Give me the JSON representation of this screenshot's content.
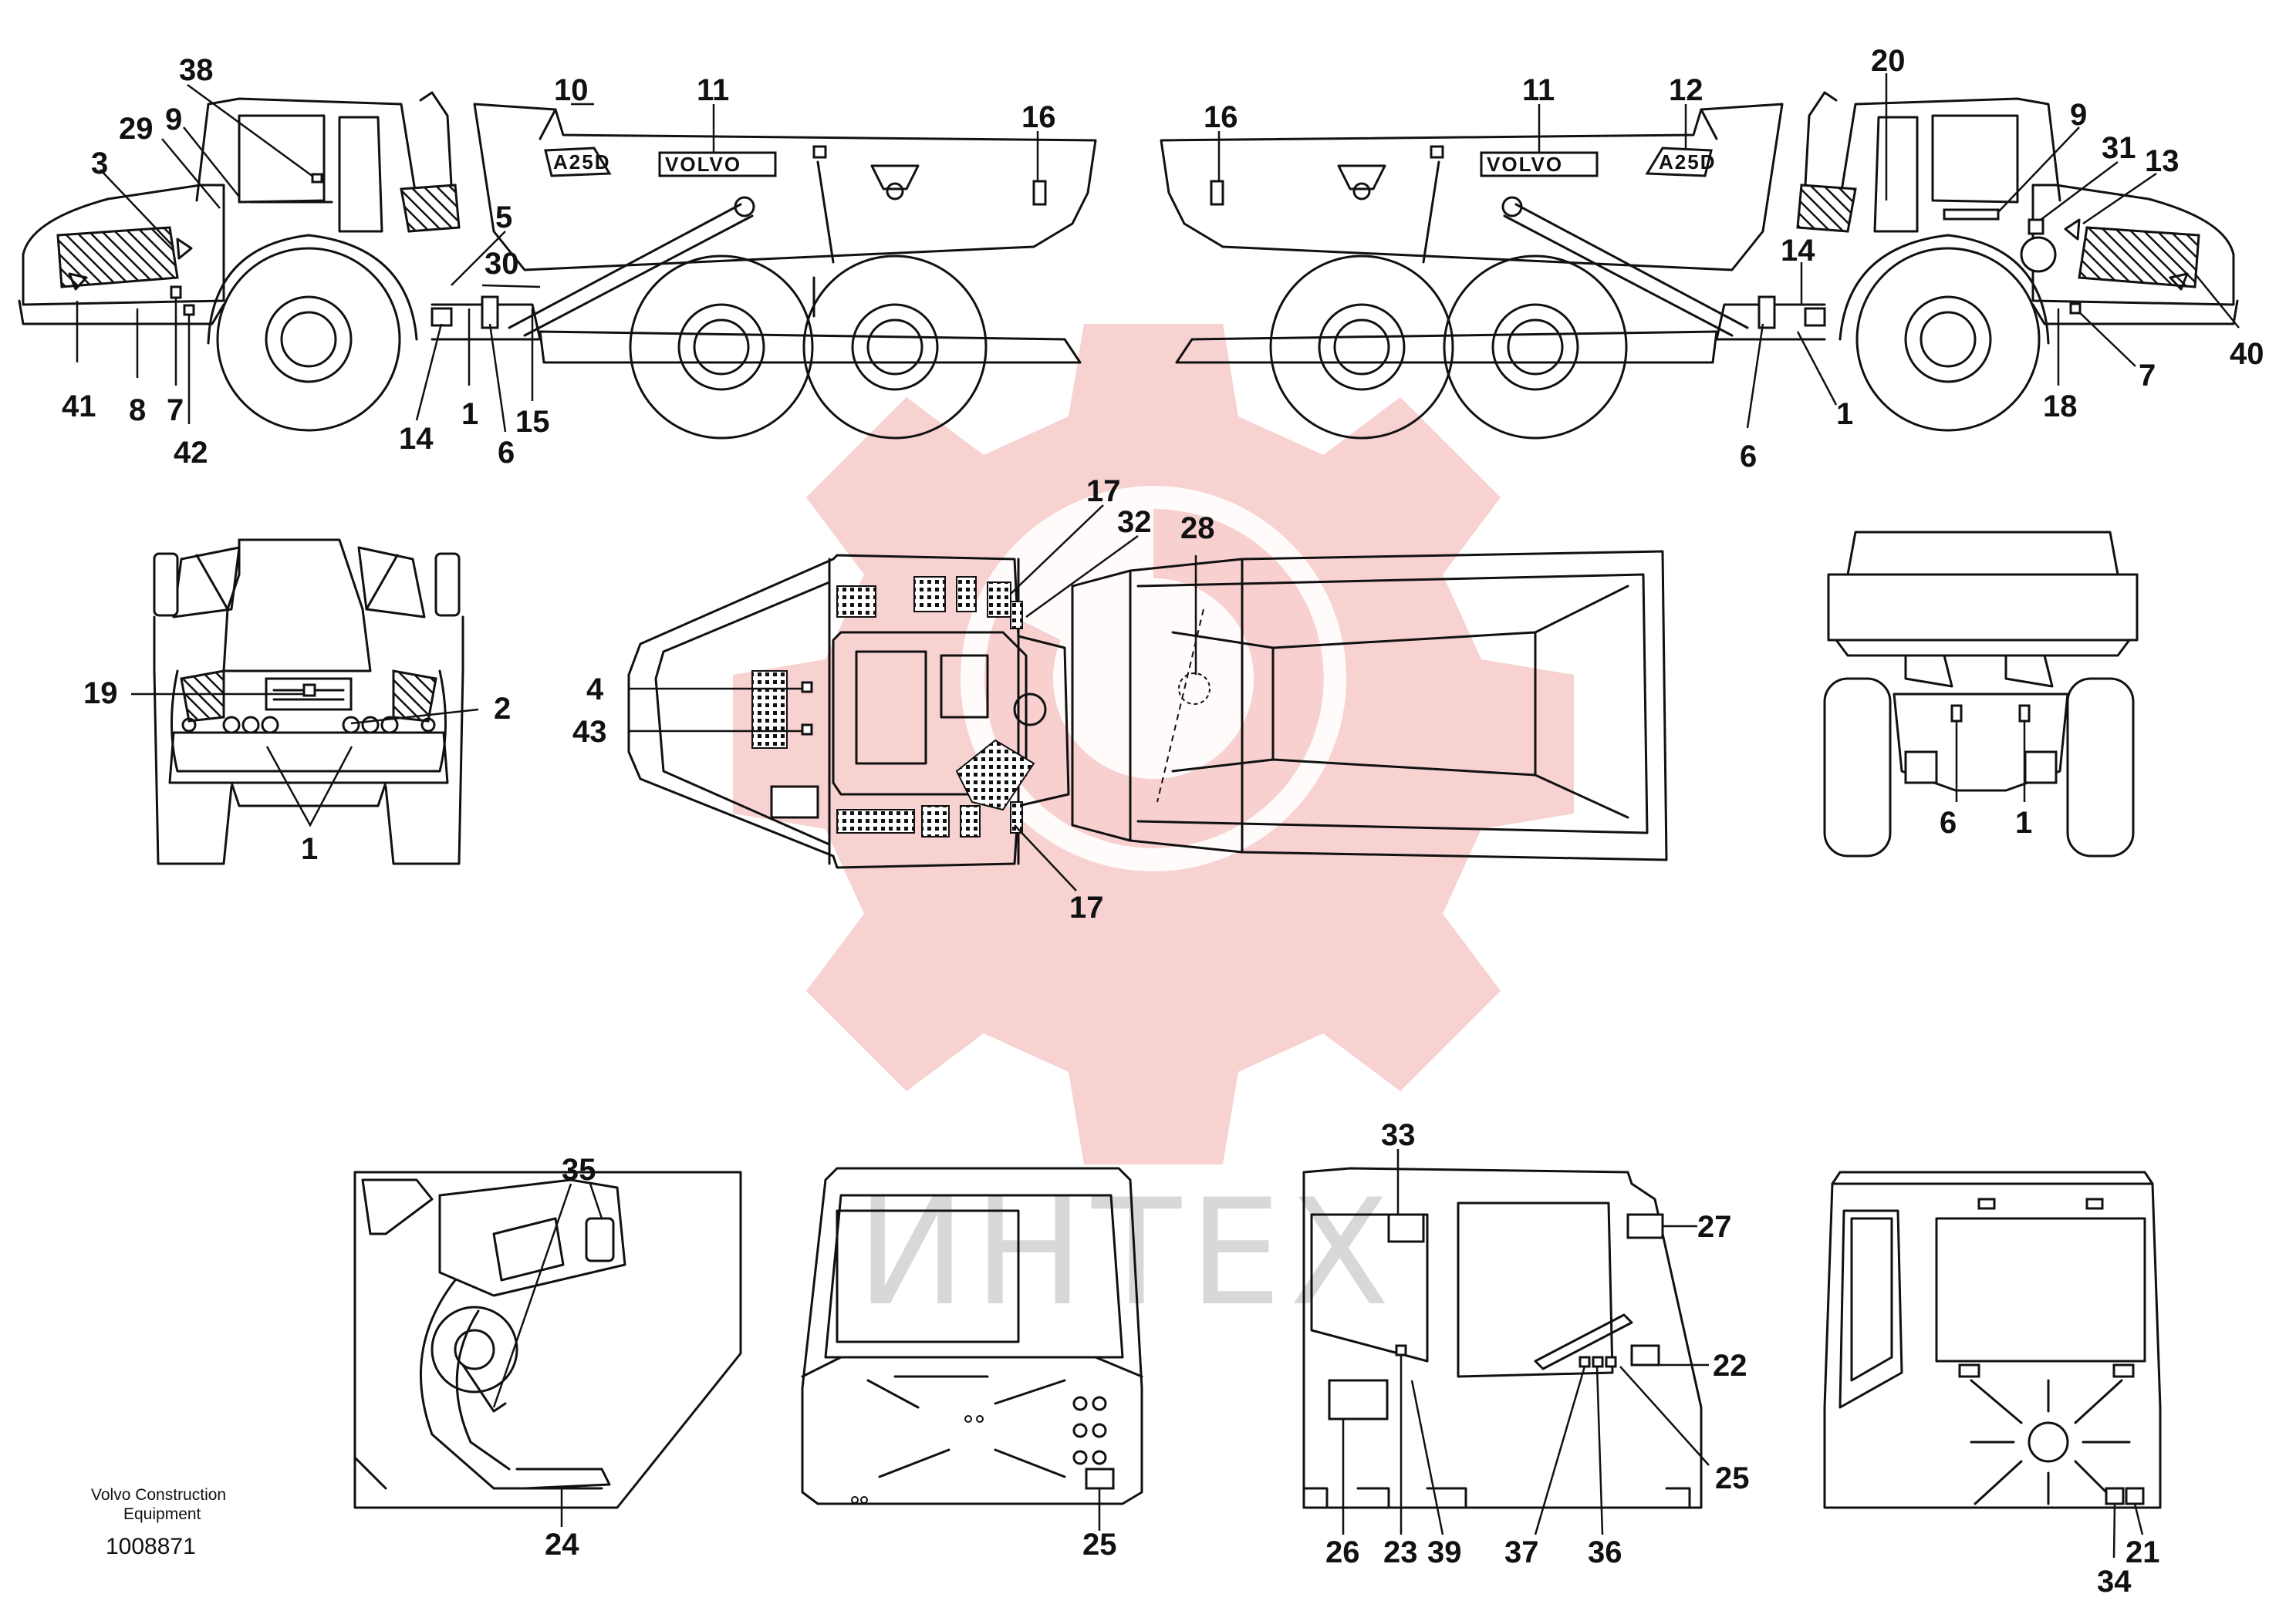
{
  "document": {
    "publisher_line1": "Volvo Construction",
    "publisher_line2": "Equipment",
    "document_number": "1008871"
  },
  "watermark": {
    "text": "ИНТЕХ",
    "gear_color": "#f5c2c2"
  },
  "body_markings": {
    "model": "A25D",
    "brand": "VOLVO"
  },
  "callouts": {
    "left_side_view": [
      "38",
      "29",
      "9",
      "3",
      "10",
      "11",
      "16",
      "5",
      "30",
      "41",
      "8",
      "7",
      "42",
      "14",
      "1",
      "6",
      "15"
    ],
    "right_side_view": [
      "16",
      "11",
      "12",
      "20",
      "9",
      "31",
      "13",
      "14",
      "7",
      "40",
      "1",
      "18",
      "6"
    ],
    "front_view": [
      "19",
      "2",
      "1"
    ],
    "top_view": [
      "17",
      "32",
      "28",
      "4",
      "43",
      "17"
    ],
    "rear_view": [
      "6",
      "1"
    ],
    "cab_floor_view": [
      "35",
      "24"
    ],
    "cab_front_view": [
      "25"
    ],
    "cab_side_view": [
      "33",
      "27",
      "22",
      "25",
      "26",
      "23",
      "39",
      "37",
      "36"
    ],
    "cab_rear_view": [
      "21",
      "34"
    ]
  }
}
